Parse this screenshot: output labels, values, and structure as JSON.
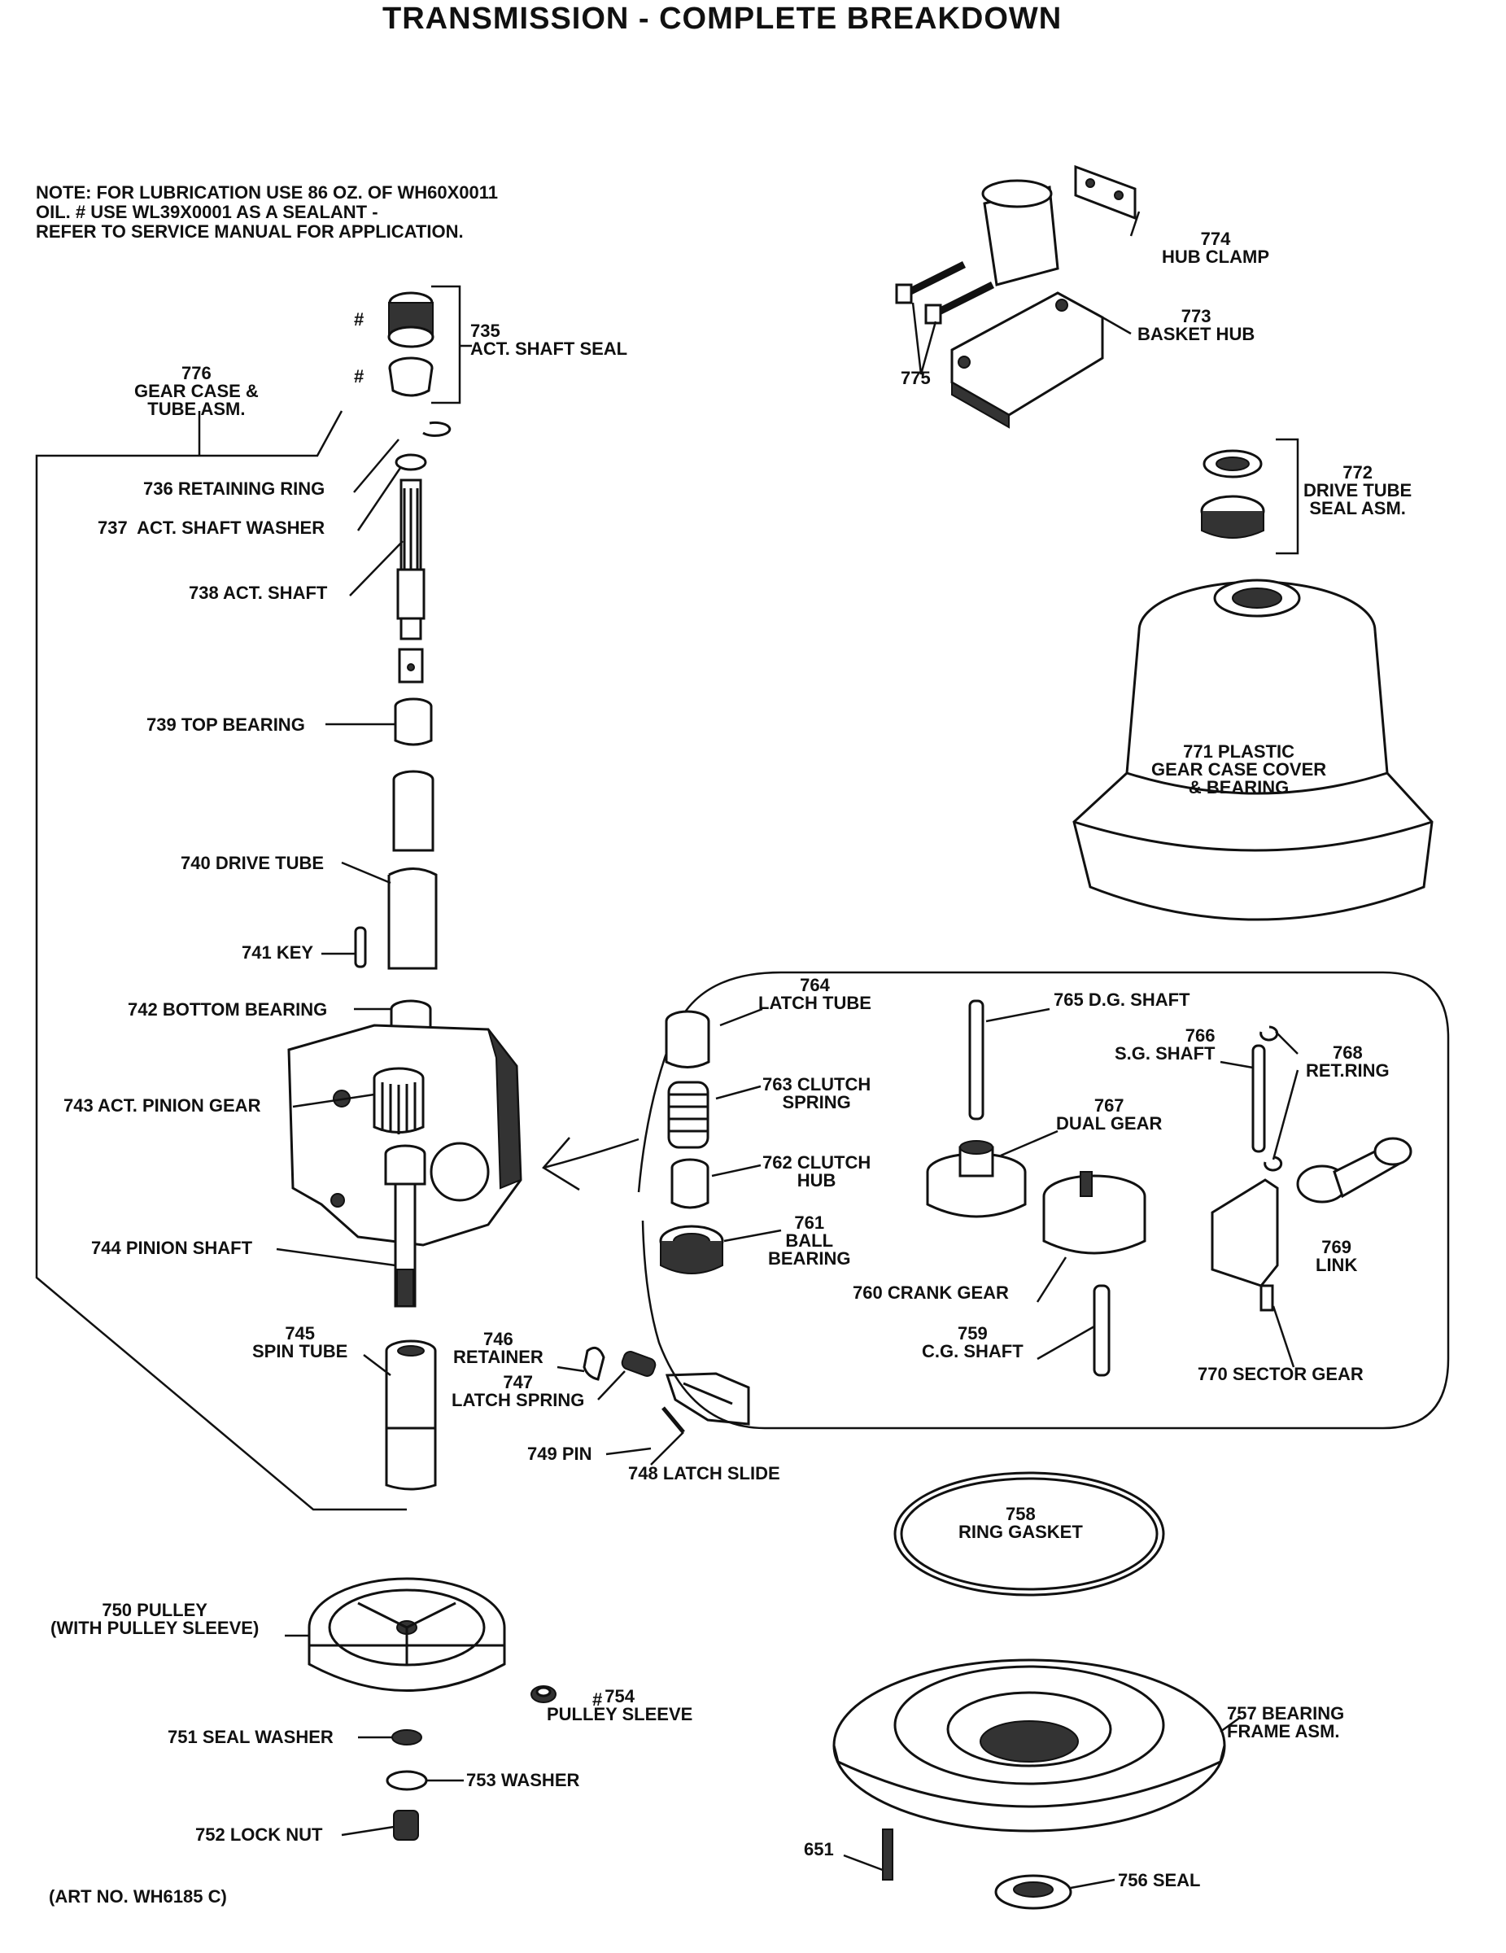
{
  "title": "TRANSMISSION - COMPLETE BREAKDOWN",
  "note": {
    "line1": "NOTE: FOR LUBRICATION USE 86 OZ. OF WH60X0011",
    "line2": "OIL. # USE WL39X0001 AS A SEALANT -",
    "line3": "REFER TO SERVICE MANUAL FOR APPLICATION."
  },
  "art_number": "(ART NO. WH6185 C)",
  "hash_marks": {
    "h1": "#",
    "h2": "#",
    "h3": "#"
  },
  "parts": {
    "p651": "651",
    "p735": "735\nACT. SHAFT SEAL",
    "p736": "736 RETAINING RING",
    "p737": "737  ACT. SHAFT WASHER",
    "p738": "738 ACT. SHAFT",
    "p739": "739 TOP BEARING",
    "p740": "740 DRIVE TUBE",
    "p741": "741 KEY",
    "p742": "742 BOTTOM BEARING",
    "p743": "743 ACT. PINION GEAR",
    "p744": "744 PINION SHAFT",
    "p745": "745\nSPIN TUBE",
    "p746": "746\nRETAINER",
    "p747": "747\nLATCH SPRING",
    "p748": "748 LATCH SLIDE",
    "p749": "749 PIN",
    "p750": "750 PULLEY\n(WITH PULLEY SLEEVE)",
    "p751": "751 SEAL WASHER",
    "p752": "752 LOCK NUT",
    "p753": "753 WASHER",
    "p754": "754\nPULLEY SLEEVE",
    "p756": "756 SEAL",
    "p757": "757 BEARING\nFRAME ASM.",
    "p758": "758\nRING GASKET",
    "p759": "759\nC.G. SHAFT",
    "p760": "760 CRANK GEAR",
    "p761": "761\nBALL\nBEARING",
    "p762": "762 CLUTCH\nHUB",
    "p763": "763 CLUTCH\nSPRING",
    "p764": "764\nLATCH TUBE",
    "p765": "765 D.G. SHAFT",
    "p766": "766\nS.G. SHAFT",
    "p767": "767\nDUAL GEAR",
    "p768": "768\nRET.RING",
    "p769": "769\nLINK",
    "p770": "770 SECTOR GEAR",
    "p771": "771 PLASTIC\nGEAR CASE COVER\n& BEARING",
    "p772": "772\nDRIVE TUBE\nSEAL ASM.",
    "p773": "773\nBASKET HUB",
    "p774": "774\nHUB CLAMP",
    "p775": "775",
    "p776": "776\nGEAR CASE &\nTUBE ASM."
  }
}
